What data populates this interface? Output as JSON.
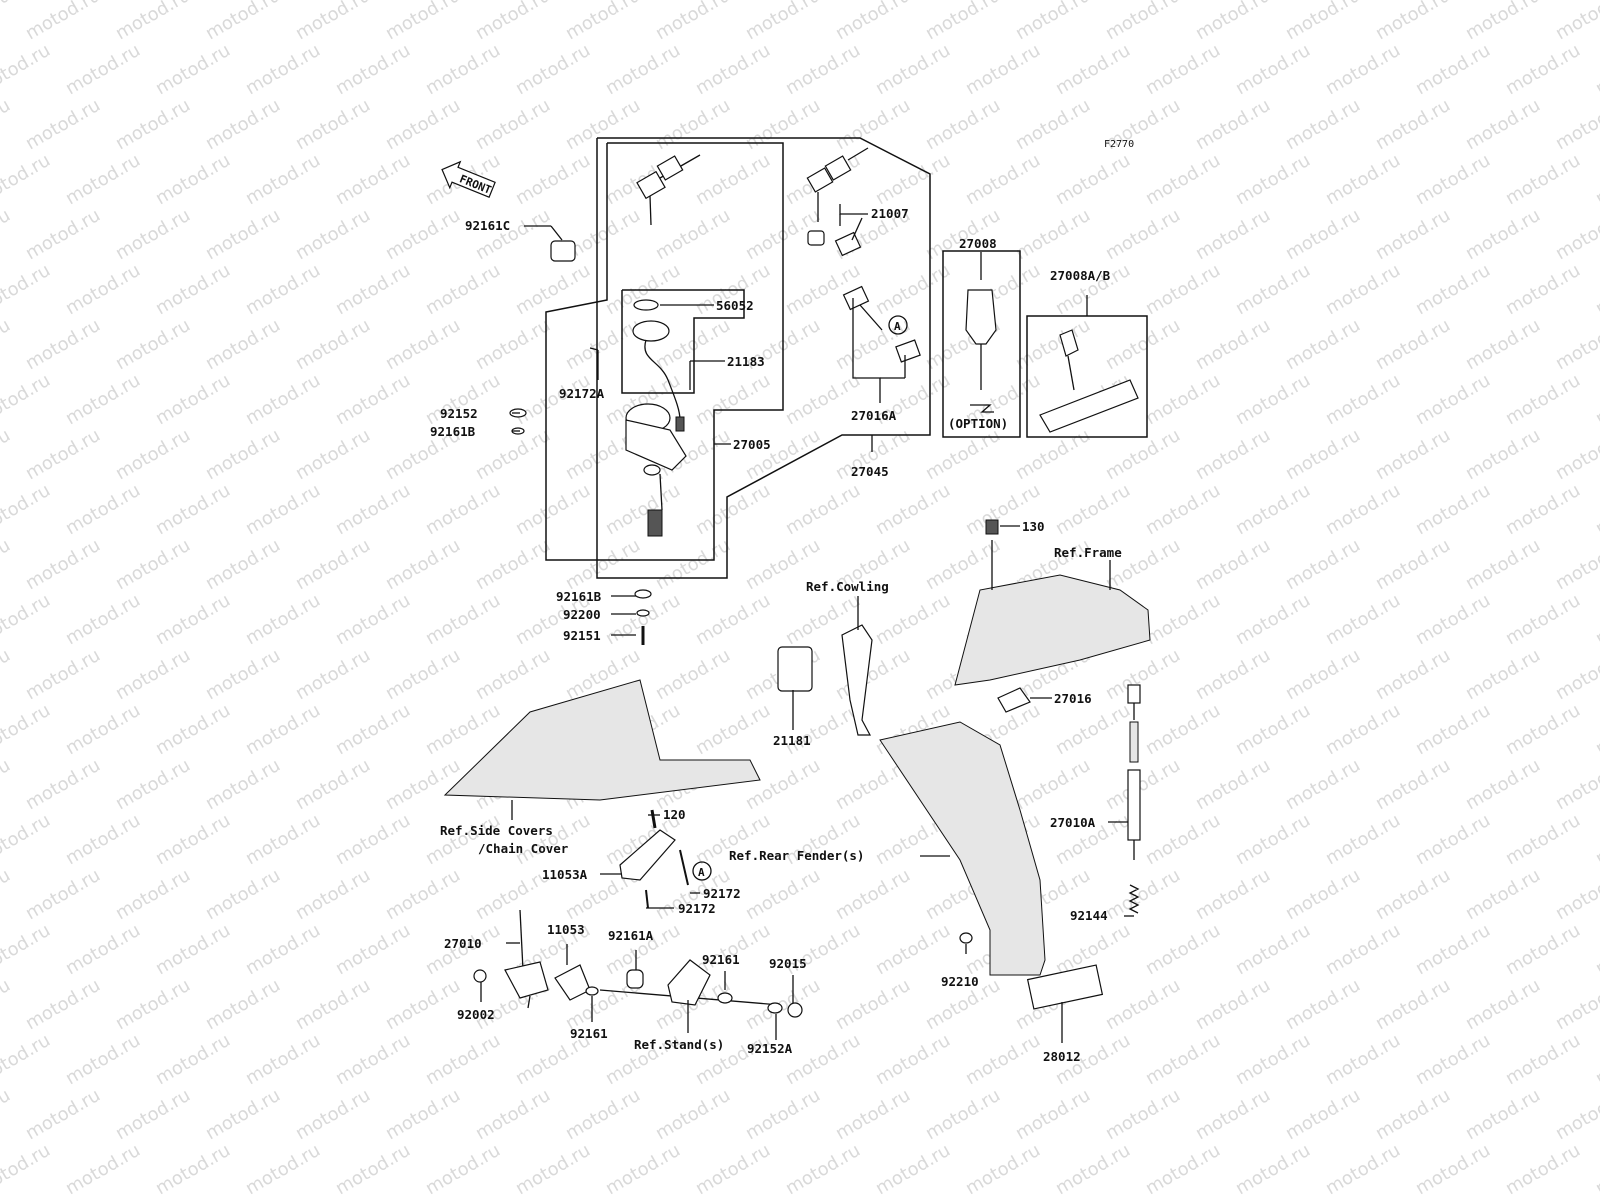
{
  "watermark": "motod.ru",
  "figure_code": "F2770",
  "front_label": "FRONT",
  "option_label": "(OPTION)",
  "circle_ref": "A",
  "labels": {
    "p92161C": "92161C",
    "p56052": "56052",
    "p21183": "21183",
    "p92172A": "92172A",
    "p92152": "92152",
    "p92161B_top": "92161B",
    "p27005": "27005",
    "p92161B_bottom": "92161B",
    "p92200": "92200",
    "p92151": "92151",
    "p21007": "21007",
    "p27008": "27008",
    "p27008AB": "27008A/B",
    "p27016A": "27016A",
    "p27045": "27045",
    "p130": "130",
    "ref_frame": "Ref.Frame",
    "ref_cowling": "Ref.Cowling",
    "p21181": "21181",
    "p27016": "27016",
    "ref_side_covers_1": "Ref.Side Covers",
    "ref_side_covers_2": "/Chain Cover",
    "p120": "120",
    "p11053A": "11053A",
    "p92172_a": "92172",
    "p92172_b": "92172",
    "ref_rear_fender": "Ref.Rear Fender(s)",
    "p27010A": "27010A",
    "p92144": "92144",
    "p27010": "27010",
    "p11053": "11053",
    "p92161A": "92161A",
    "p92161_a": "92161",
    "p92015": "92015",
    "p92002": "92002",
    "p92161_b": "92161",
    "ref_stand": "Ref.Stand(s)",
    "p92152A": "92152A",
    "p92210": "92210",
    "p28012": "28012"
  }
}
